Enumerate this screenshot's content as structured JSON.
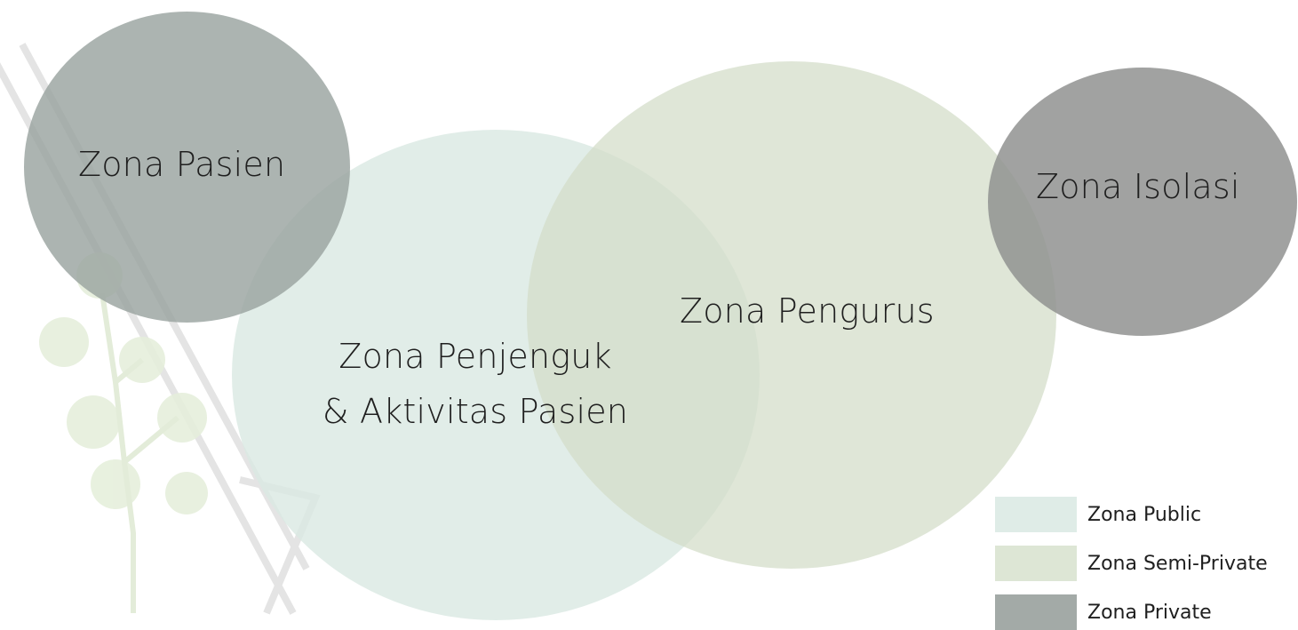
{
  "diagram": {
    "zones": {
      "pasien": {
        "label": "Zona Pasien",
        "color": "#9aa3a0"
      },
      "penjenguk": {
        "label_line1": "Zona Penjenguk",
        "label_line2": "& Aktivitas Pasien",
        "color": "#dae8e2"
      },
      "pengurus": {
        "label": "Zona Pengurus",
        "color": "#d2ddc8"
      },
      "isolasi": {
        "label": "Zona Isolasi",
        "color": "#909290"
      }
    }
  },
  "legend": {
    "items": [
      {
        "label": "Zona Public",
        "color": "#dfece7"
      },
      {
        "label": "Zona Semi-Private",
        "color": "#dde6d5"
      },
      {
        "label": "Zona Private",
        "color": "#a3aaa7"
      }
    ]
  }
}
